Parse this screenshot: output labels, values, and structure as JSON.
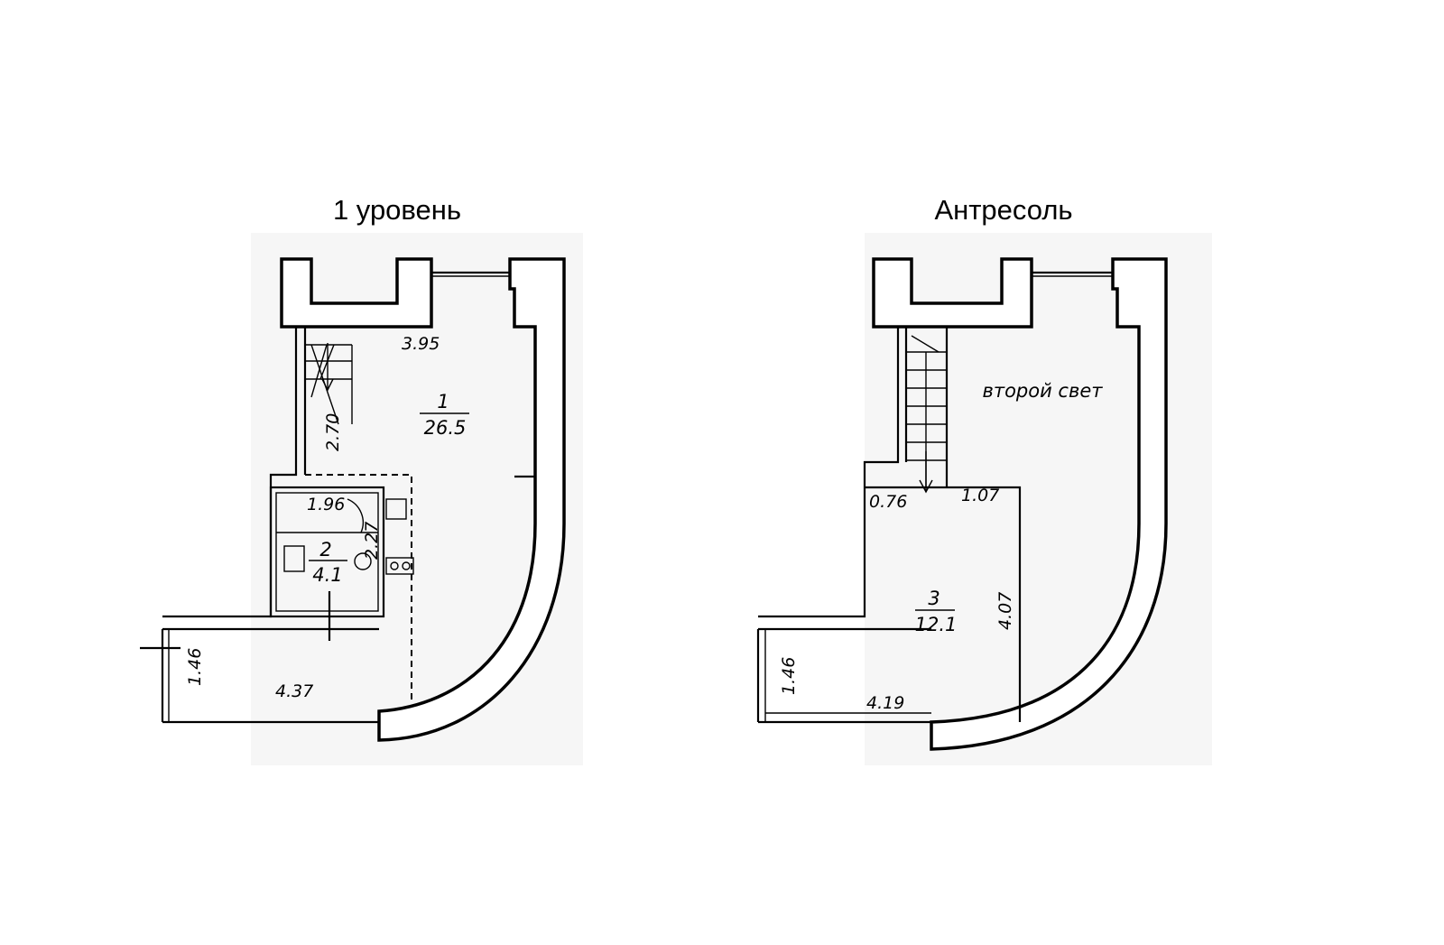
{
  "levels": [
    {
      "title": "1 уровень",
      "rooms": [
        {
          "number": "1",
          "area": "26.5"
        },
        {
          "number": "2",
          "area": "4.1"
        }
      ],
      "dimensions": [
        "3.95",
        "2.70",
        "1.96",
        "2.27",
        "1.46",
        "4.37"
      ]
    },
    {
      "title": "Антресоль",
      "note": "второй свет",
      "rooms": [
        {
          "number": "3",
          "area": "12.1"
        }
      ],
      "dimensions": [
        "0.76",
        "1.07",
        "4.07",
        "1.46",
        "4.19"
      ]
    }
  ]
}
